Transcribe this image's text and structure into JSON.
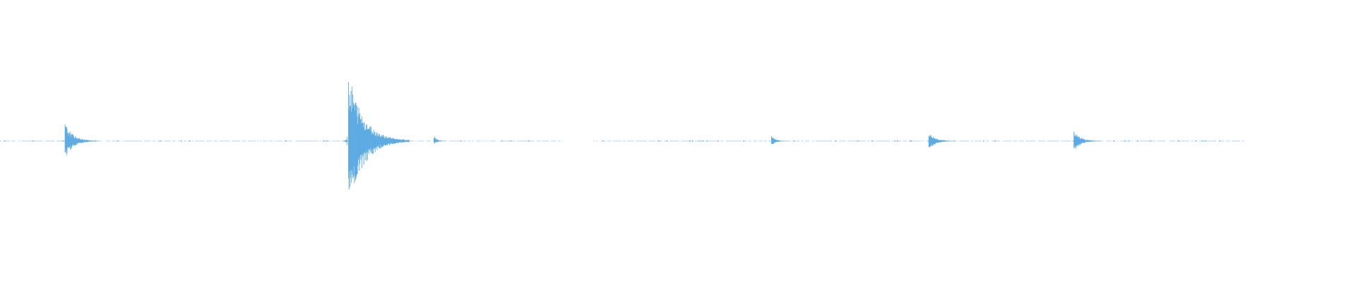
{
  "waveform": {
    "color": "#5aa9e2",
    "background": "#ffffff",
    "duration_fraction_end": 0.917,
    "gaps": [
      {
        "start": 0.413,
        "end": 0.437
      }
    ],
    "transients": [
      {
        "position": 0.048,
        "amplitude_up": 0.1,
        "amplitude_down": 0.1,
        "decay": 0.025
      },
      {
        "position": 0.257,
        "amplitude_up": 0.4,
        "amplitude_down": 0.4,
        "decay": 0.045
      },
      {
        "position": 0.32,
        "amplitude_up": 0.03,
        "amplitude_down": 0.02,
        "decay": 0.01
      },
      {
        "position": 0.569,
        "amplitude_up": 0.03,
        "amplitude_down": 0.03,
        "decay": 0.012
      },
      {
        "position": 0.685,
        "amplitude_up": 0.05,
        "amplitude_down": 0.05,
        "decay": 0.02
      },
      {
        "position": 0.792,
        "amplitude_up": 0.06,
        "amplitude_down": 0.06,
        "decay": 0.02
      }
    ]
  }
}
